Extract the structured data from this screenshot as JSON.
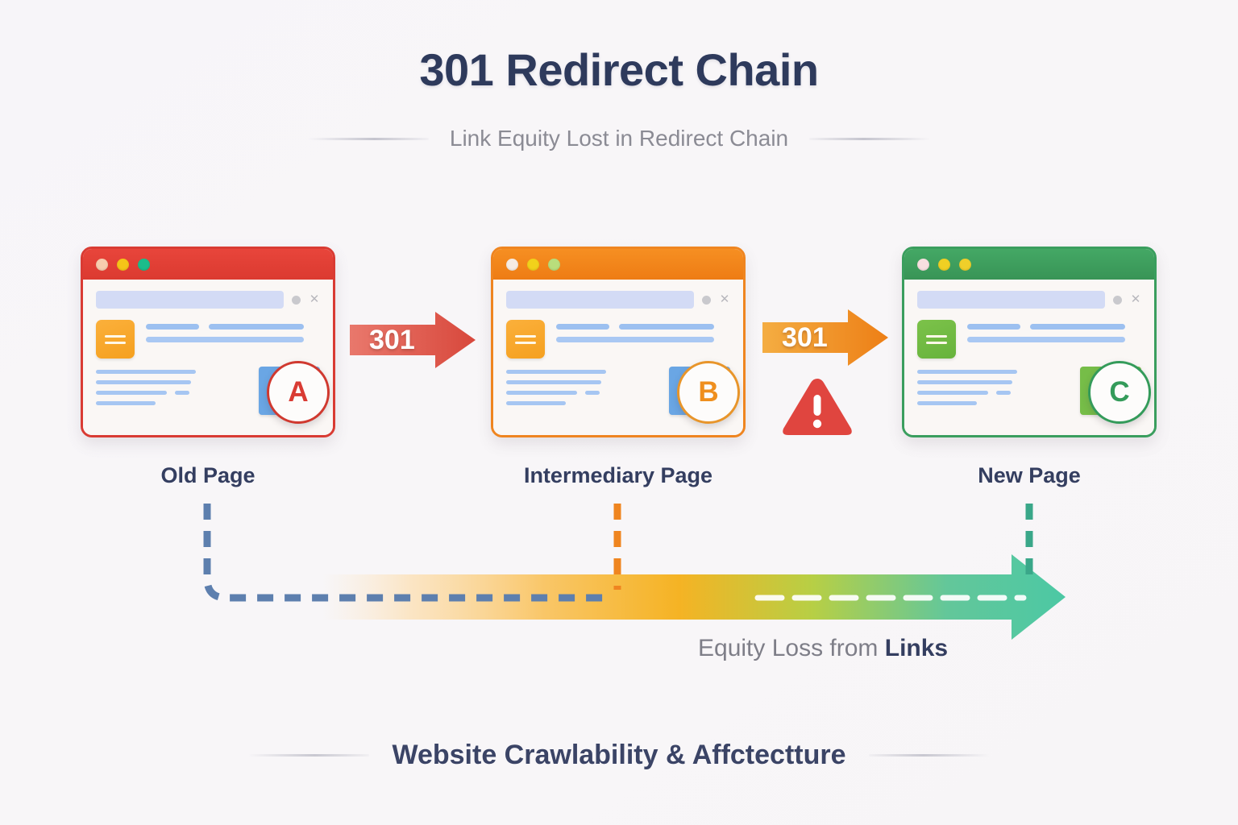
{
  "header": {
    "title": "301 Redirect Chain",
    "subtitle": "Link Equity Lost in Redirect Chain"
  },
  "cards": [
    {
      "label": "Old Page",
      "badge": "A",
      "accent": "#d93b33",
      "titlebar_dots": [
        "#f7cdae",
        "#f5c518",
        "#1bbd8b"
      ],
      "thumb_color": "orange",
      "image_block_color": "blue"
    },
    {
      "label": "Intermediary Page",
      "badge": "B",
      "accent": "#ef8520",
      "titlebar_dots": [
        "#f6ece4",
        "#f2d11b",
        "#b9de7c"
      ],
      "thumb_color": "orange",
      "image_block_color": "blue"
    },
    {
      "label": "New Page",
      "badge": "C",
      "accent": "#3a9e5e",
      "titlebar_dots": [
        "#f8dfe0",
        "#efd023",
        "#efcf2a"
      ],
      "thumb_color": "green",
      "image_block_color": "green"
    }
  ],
  "redirect_arrows": [
    {
      "label": "301",
      "color_from": "#e8675c",
      "color_to": "#d8483c"
    },
    {
      "label": "301",
      "color_from": "#f4a93a",
      "color_to": "#ed7f16"
    }
  ],
  "warning": {
    "name": "warning-triangle",
    "color": "#e0453f"
  },
  "equity_flow": {
    "caption_regular": "Equity Loss from ",
    "caption_bold": "Links",
    "gradient_stops": [
      "#fbe6c8",
      "#f9c667",
      "#f5b324",
      "#b7cf45",
      "#63c79a",
      "#4cc8a4"
    ],
    "connector_colors": {
      "old_page": "#5d7fae",
      "intermediary_page": "#ef8520",
      "new_page": "#3aa789"
    }
  },
  "footer": {
    "text": "Website Crawlability & Affctectture"
  }
}
